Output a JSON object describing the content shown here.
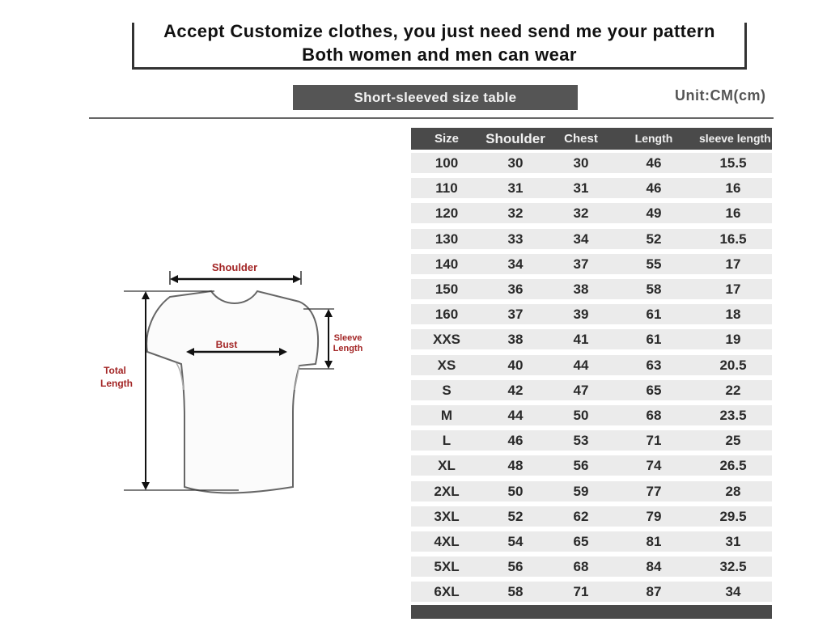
{
  "header": {
    "line1": "Accept Customize clothes, you just need send me your pattern",
    "line2": "Both women and men can wear"
  },
  "table_title": "Short-sleeved size table",
  "unit": "Unit:CM(cm)",
  "diagram_labels": {
    "shoulder": "Shoulder",
    "bust": "Bust",
    "sleeve_line1": "Sleeve",
    "sleeve_line2": "Length",
    "total_line1": "Total",
    "total_line2": "Length"
  },
  "table": {
    "columns": [
      "Size",
      "Shoulder",
      "Chest",
      "Length",
      "sleeve length"
    ],
    "rows": [
      [
        "100",
        "30",
        "30",
        "46",
        "15.5"
      ],
      [
        "110",
        "31",
        "31",
        "46",
        "16"
      ],
      [
        "120",
        "32",
        "32",
        "49",
        "16"
      ],
      [
        "130",
        "33",
        "34",
        "52",
        "16.5"
      ],
      [
        "140",
        "34",
        "37",
        "55",
        "17"
      ],
      [
        "150",
        "36",
        "38",
        "58",
        "17"
      ],
      [
        "160",
        "37",
        "39",
        "61",
        "18"
      ],
      [
        "XXS",
        "38",
        "41",
        "61",
        "19"
      ],
      [
        "XS",
        "40",
        "44",
        "63",
        "20.5"
      ],
      [
        "S",
        "42",
        "47",
        "65",
        "22"
      ],
      [
        "M",
        "44",
        "50",
        "68",
        "23.5"
      ],
      [
        "L",
        "46",
        "53",
        "71",
        "25"
      ],
      [
        "XL",
        "48",
        "56",
        "74",
        "26.5"
      ],
      [
        "2XL",
        "50",
        "59",
        "77",
        "28"
      ],
      [
        "3XL",
        "52",
        "62",
        "79",
        "29.5"
      ],
      [
        "4XL",
        "54",
        "65",
        "81",
        "31"
      ],
      [
        "5XL",
        "56",
        "68",
        "84",
        "32.5"
      ],
      [
        "6XL",
        "58",
        "71",
        "87",
        "34"
      ]
    ]
  }
}
